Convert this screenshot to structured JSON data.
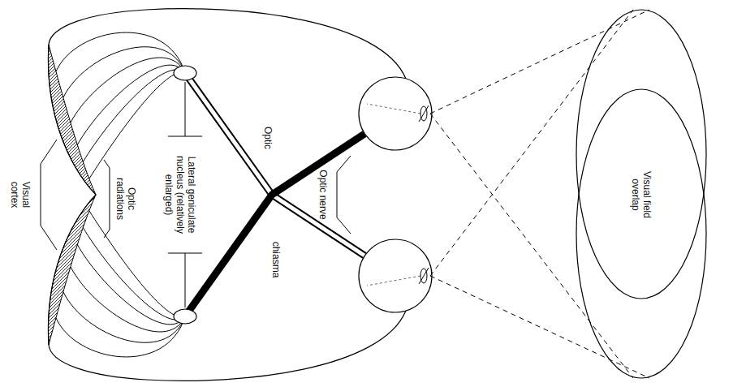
{
  "diagram": {
    "labels": [
      "Visual cortex",
      "Optic radiations",
      "Lateral geniculate nucleus (relatively enlarged)",
      "Optic",
      "chiasma",
      "Optic nerve",
      "Visual field overlap"
    ]
  }
}
